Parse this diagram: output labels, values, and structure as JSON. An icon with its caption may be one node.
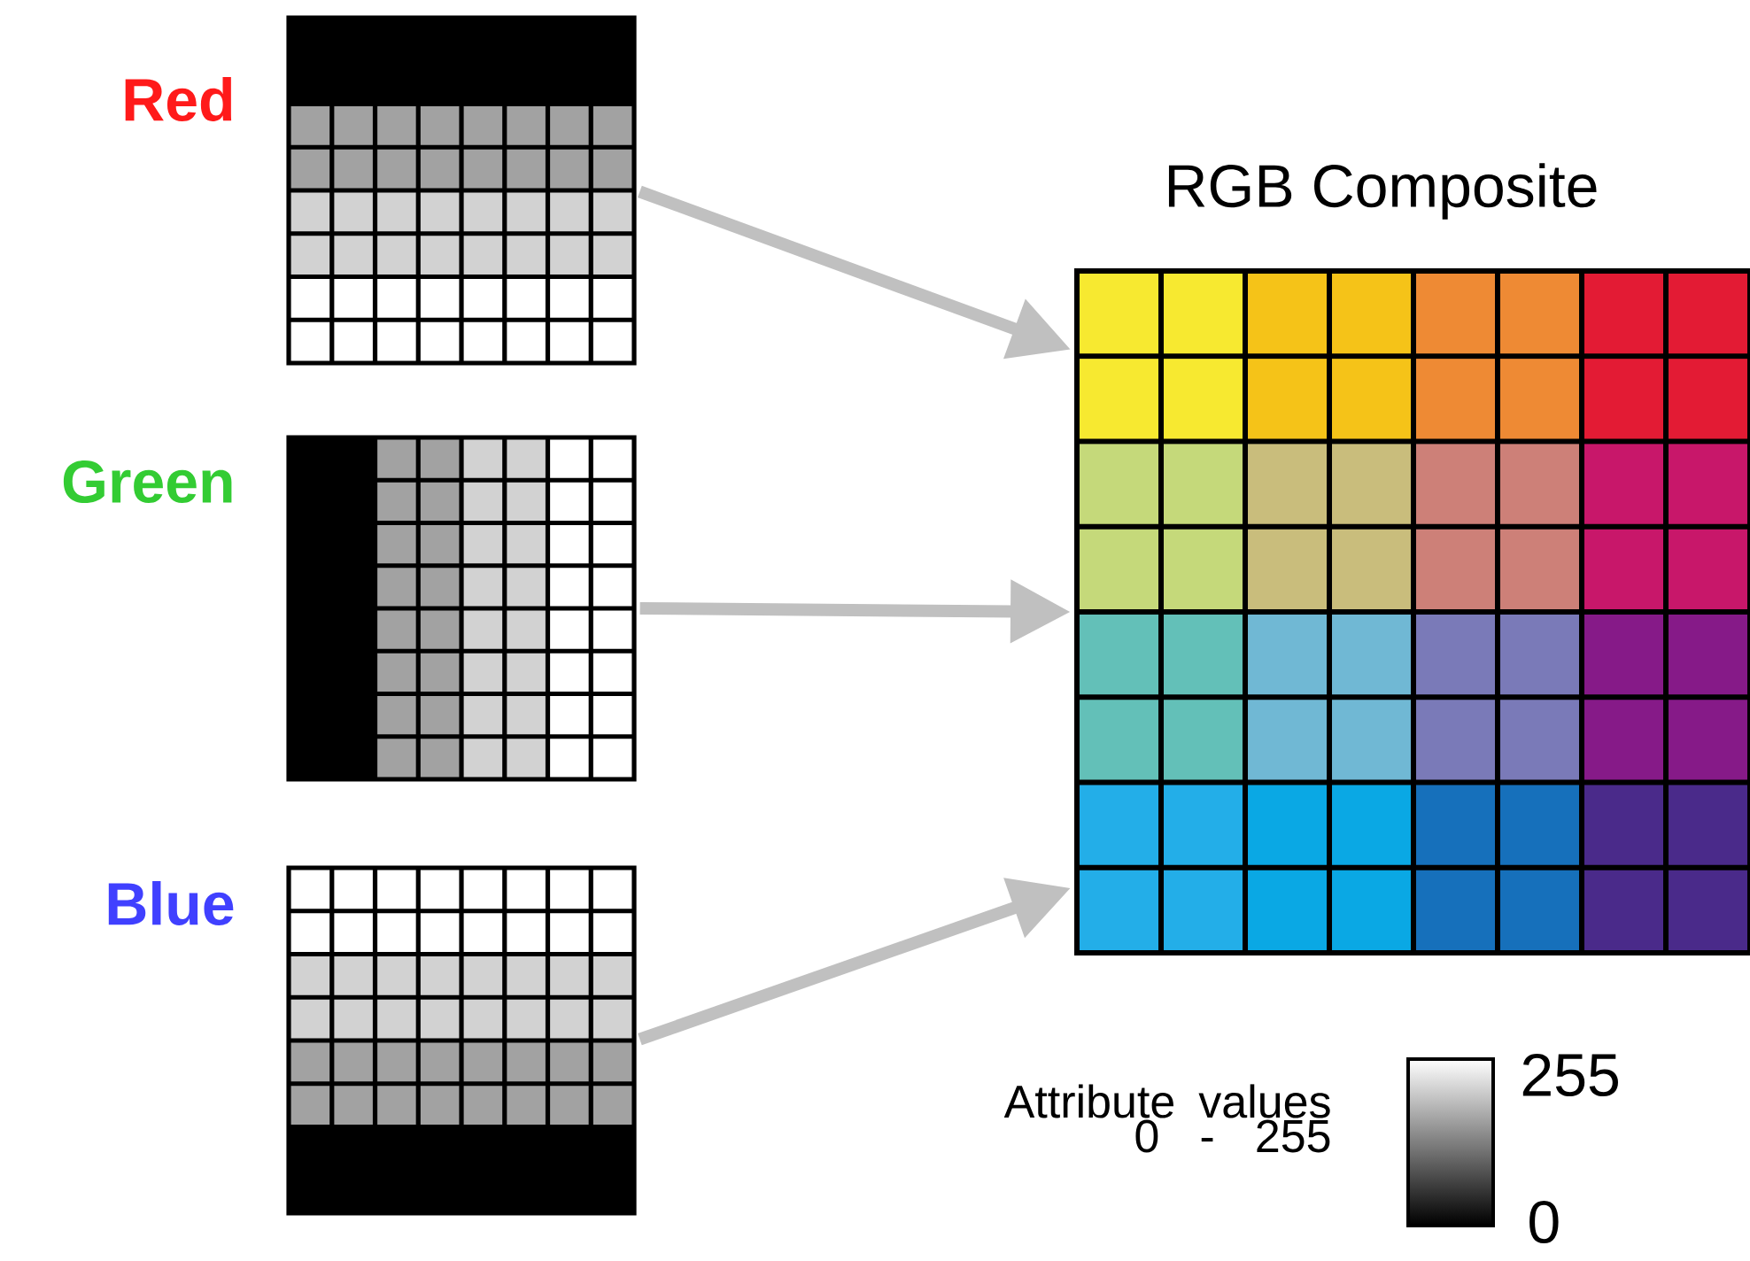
{
  "diagram": {
    "nodes": [
      {
        "text": [
          "Red"
        ]
      },
      {
        "text": [
          "Green"
        ]
      },
      {
        "text": [
          "Blue"
        ]
      },
      {
        "text": [
          "RGB Composite"
        ]
      }
    ],
    "edges": [
      {
        "from": 0,
        "to": 3,
        "arrow": "to"
      },
      {
        "from": 1,
        "to": 3,
        "arrow": "to"
      },
      {
        "from": 2,
        "to": 3,
        "arrow": "to"
      }
    ],
    "labels": [
      "Attribute values 0 - 255",
      "255",
      "0"
    ]
  }
}
